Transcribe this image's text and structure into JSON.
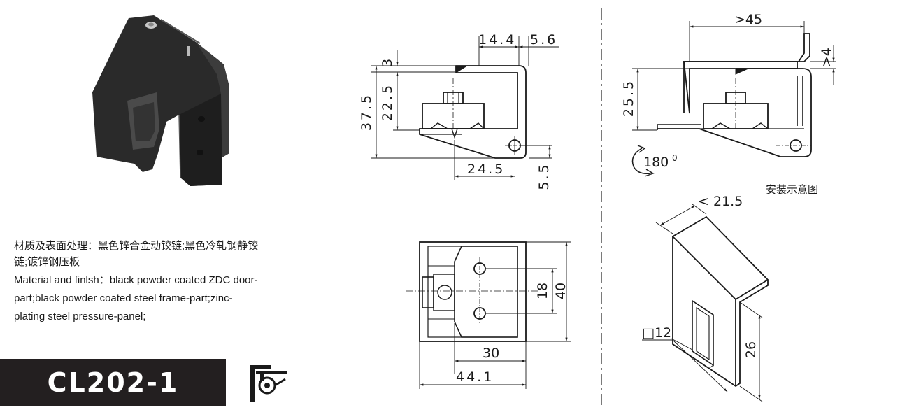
{
  "product": {
    "model": "CL202-1",
    "type_icon": "hinge-type-symbol-icon",
    "photo_icon": "black-hinge-photo-icon"
  },
  "description": {
    "cn_lines": [
      "材质及表面处理：黑色锌合金动铰链;黑色冷轧钢静铰",
      "链;镀锌钢压板"
    ],
    "en_lines": [
      "Material and finlsh：black powder coated ZDC door-",
      "part;black powder coated steel frame-part;zinc-",
      "plating steel pressure-panel;"
    ]
  },
  "side_view": {
    "dim_14_4": "14.4",
    "dim_5_6": "5.6",
    "dim_3": "3",
    "dim_22_5": "22.5",
    "dim_37_5": "37.5",
    "dim_24_5": "24.5",
    "dim_5_5": "5.5"
  },
  "install_view": {
    "dim_45": ">45",
    "dim_4": ">4",
    "dim_25_5": "25.5",
    "rotation": "180",
    "rotation_unit": "0",
    "caption": "安装示意图"
  },
  "front_view": {
    "dim_18": "18",
    "dim_40": "40",
    "dim_30": "30",
    "dim_44_1": "44.1"
  },
  "iso_view": {
    "dim_21_5": "< 21.5",
    "dim_12": "□12",
    "dim_26": "26"
  }
}
